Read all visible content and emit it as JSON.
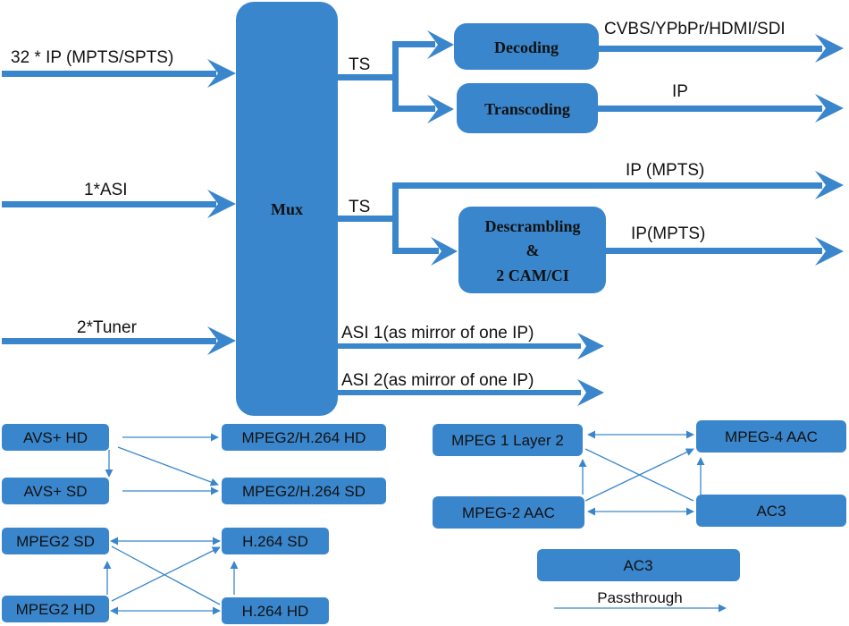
{
  "colors": {
    "block": "#3a86cc",
    "arrow": "#3a86cc",
    "text": "#111111",
    "background": "#ffffff"
  },
  "inputs": [
    "32 * IP (MPTS/SPTS)",
    "1*ASI",
    "2*Tuner"
  ],
  "mux": "Mux",
  "ts_labels": [
    "TS",
    "TS"
  ],
  "processing": {
    "decoding": "Decoding",
    "transcoding": "Transcoding",
    "descrambling": [
      "Descrambling",
      "&",
      "2 CAM/CI"
    ]
  },
  "outputs": {
    "decoding_out": "CVBS/YPbPr/HDMI/SDI",
    "transcoding_out": "IP",
    "ip_mpts": "IP (MPTS)",
    "descramble_out": "IP(MPTS)",
    "asi1": "ASI 1(as mirror of one IP)",
    "asi2": "ASI 2(as mirror of one IP)"
  },
  "video_formats": {
    "avs_hd": "AVS+ HD",
    "avs_sd": "AVS+ SD",
    "mpeg2_h264_hd": "MPEG2/H.264 HD",
    "mpeg2_h264_sd": "MPEG2/H.264 SD",
    "mpeg2_sd": "MPEG2 SD",
    "mpeg2_hd": "MPEG2 HD",
    "h264_sd": "H.264 SD",
    "h264_hd": "H.264 HD"
  },
  "audio_formats": {
    "mpeg1_layer2": "MPEG 1 Layer 2",
    "mpeg4_aac": "MPEG-4 AAC",
    "mpeg2_aac": "MPEG-2 AAC",
    "ac3": "AC3",
    "ac3_pass": "AC3",
    "passthrough": "Passthrough"
  }
}
